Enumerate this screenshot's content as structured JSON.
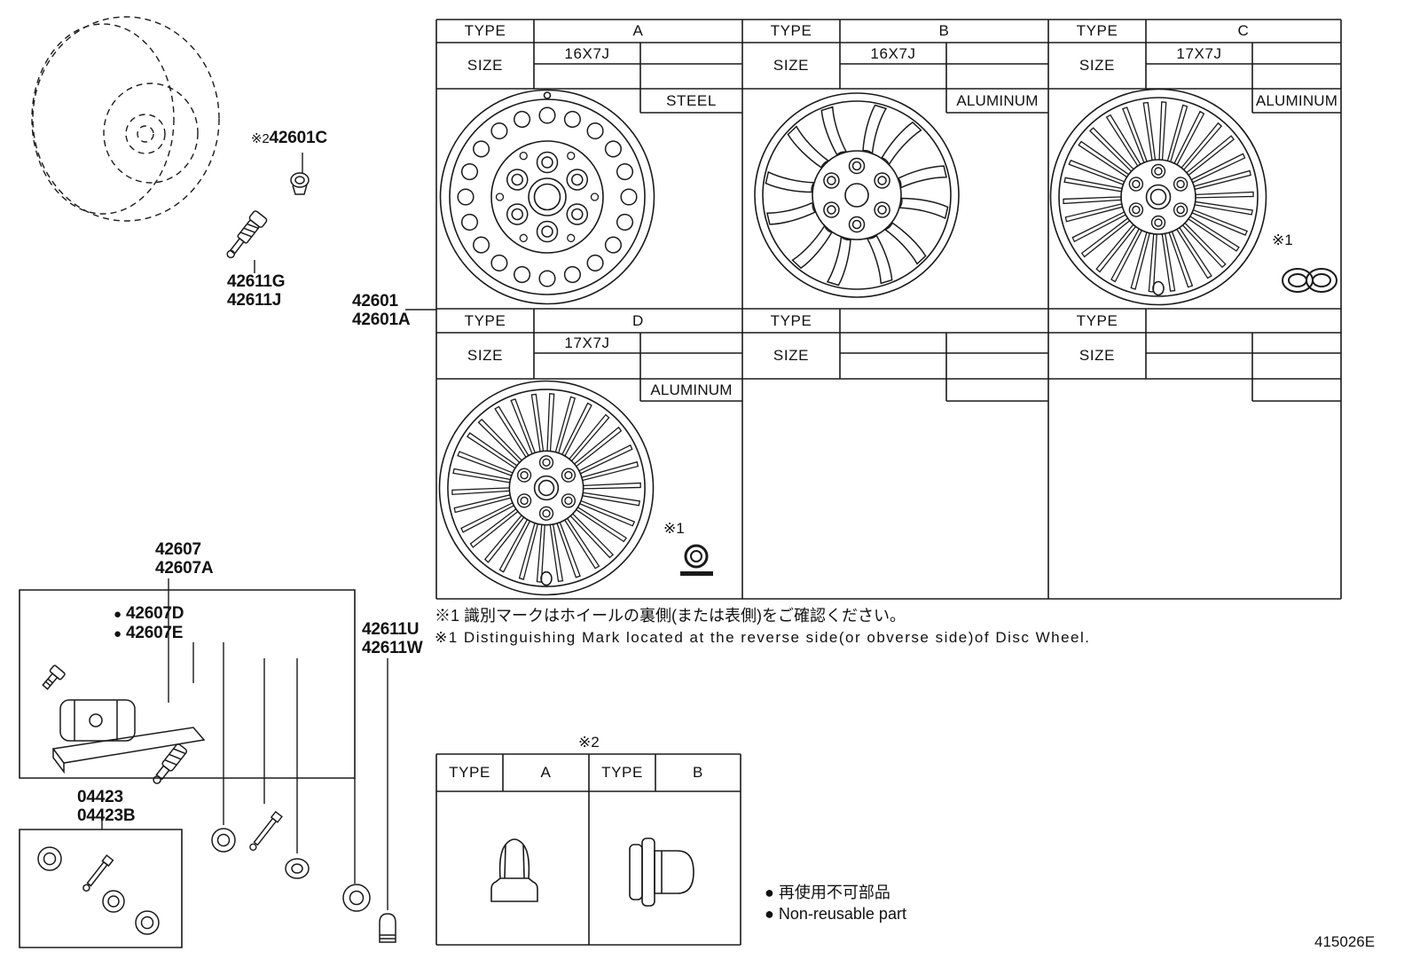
{
  "figure": {
    "code": "415026E"
  },
  "callouts": {
    "c42601c": {
      "mark": "※2",
      "num": "42601C"
    },
    "c42611g": {
      "l1": "42611G",
      "l2": "42611J"
    },
    "c42601": {
      "l1": "42601",
      "l2": "42601A"
    },
    "c42607": {
      "l1": "42607",
      "l2": "42607A"
    },
    "c42607d": {
      "bullet": "●",
      "l1": "42607D",
      "l2": "42607E"
    },
    "c42611u": {
      "l1": "42611U",
      "l2": "42611W"
    },
    "c04423": {
      "l1": "04423",
      "l2": "04423B"
    }
  },
  "wheel_table": {
    "headers": {
      "type": "TYPE",
      "size": "SIZE"
    },
    "row1": [
      {
        "type": "A",
        "size": "16X7J",
        "material": "STEEL"
      },
      {
        "type": "B",
        "size": "16X7J",
        "material": "ALUMINUM"
      },
      {
        "type": "C",
        "size": "17X7J",
        "material": "ALUMINUM",
        "mark": "※1"
      }
    ],
    "row2": [
      {
        "type": "D",
        "size": "17X7J",
        "material": "ALUMINUM",
        "mark": "※1"
      }
    ]
  },
  "notes": {
    "note_jp": "※1 識別マークはホイールの裏側(または表側)をご確認ください。",
    "note_en": "※1 Distinguishing Mark located at the reverse side(or obverse side)of Disc Wheel.",
    "nonreusable_jp": "● 再使用不可部品",
    "nonreusable_en": "● Non-reusable part"
  },
  "nut_table": {
    "mark": "※2",
    "type_label": "TYPE",
    "col_a": "A",
    "col_b": "B"
  }
}
